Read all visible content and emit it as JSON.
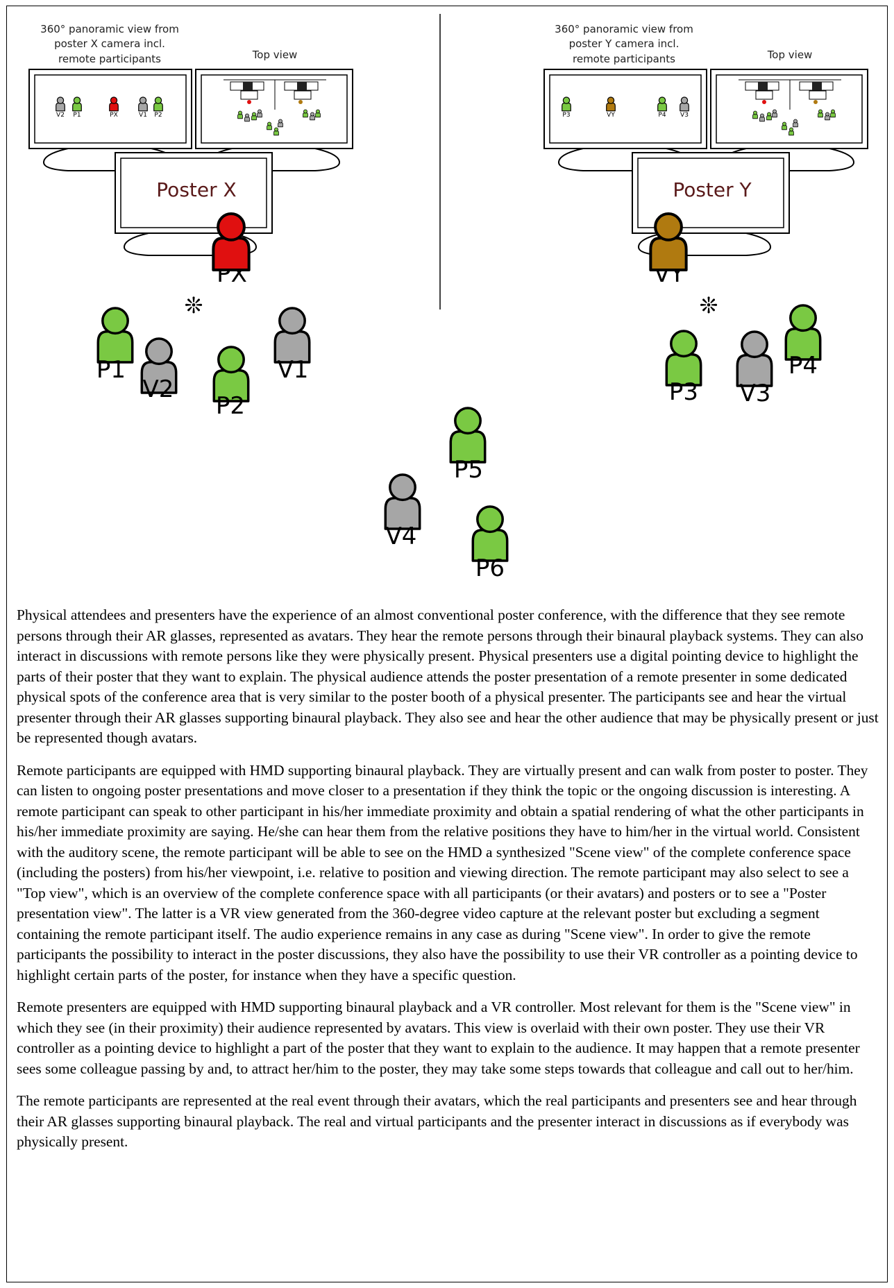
{
  "left_scene": {
    "panoramic_caption": [
      "360° panoramic view from",
      "poster X camera incl.",
      "remote participants"
    ],
    "top_view_caption": "Top view",
    "panorama_labels": [
      "V2",
      "P1",
      "PX",
      "V1",
      "P2"
    ],
    "poster_title": "Poster X",
    "presenter_label": "PX"
  },
  "right_scene": {
    "panoramic_caption": [
      "360° panoramic view from",
      "poster Y camera incl.",
      "remote participants"
    ],
    "top_view_caption": "Top view",
    "panorama_labels": [
      "P3",
      "VY",
      "P4",
      "V3"
    ],
    "poster_title": "Poster Y",
    "presenter_label": "VY"
  },
  "people": [
    {
      "label": "P1",
      "color": "#7ac943"
    },
    {
      "label": "V2",
      "color": "#a6a6a6"
    },
    {
      "label": "P2",
      "color": "#7ac943"
    },
    {
      "label": "V1",
      "color": "#a6a6a6"
    },
    {
      "label": "P3",
      "color": "#7ac943"
    },
    {
      "label": "V3",
      "color": "#a6a6a6"
    },
    {
      "label": "P4",
      "color": "#7ac943"
    },
    {
      "label": "P5",
      "color": "#7ac943"
    },
    {
      "label": "V4",
      "color": "#a6a6a6"
    },
    {
      "label": "P6",
      "color": "#7ac943"
    }
  ],
  "colors": {
    "physical": "#7ac943",
    "virtual": "#a6a6a6",
    "presenter_x": "#e01010",
    "presenter_y": "#b07a10"
  },
  "paragraphs": [
    "Physical attendees and presenters have the experience of an almost conventional poster conference, with the difference that they see remote persons through their AR glasses, represented as avatars. They hear the remote persons through their binaural playback systems. They can also interact in discussions with remote persons like they were physically present. Physical presenters use a digital pointing device to highlight the parts of their poster that they want to explain. The physical audience attends the poster presentation of a remote presenter in some dedicated physical spots of the conference area that is very similar to the poster booth of a physical presenter. The participants see and hear the virtual presenter through their AR glasses supporting binaural playback. They also see and hear the other audience that may be physically present or just be represented though avatars.",
    "Remote participants are equipped with HMD supporting binaural playback. They are virtually present and can walk from poster to poster. They can listen to ongoing poster presentations and move closer to a presentation if they think the topic or the ongoing discussion is interesting. A remote participant can speak to other participant in his/her immediate proximity and obtain a spatial rendering of what the other participants in his/her immediate proximity are saying. He/she can hear them from the relative positions they have to him/her in the virtual world. Consistent with the auditory scene, the remote participant will be able to see on the HMD a synthesized \"Scene view\" of the complete conference space (including the posters) from his/her viewpoint, i.e. relative to position and viewing direction. The remote participant may also select to see a \"Top view\", which is an overview of the complete conference space with all participants (or their avatars) and posters or to see a \"Poster presentation view\". The latter is a VR view generated from the 360-degree video capture at the relevant poster but excluding a segment containing the remote participant itself. The audio experience remains in any case as during \"Scene view\". In order to give the remote participants the possibility to interact in the poster discussions, they also have the possibility to use their VR controller as a pointing device to highlight certain parts of the poster, for instance when they have a specific question.",
    "Remote presenters are equipped with HMD supporting binaural playback and a VR controller. Most relevant for them is the \"Scene view\" in which they see (in their proximity) their audience represented by avatars. This view is overlaid with their own poster. They use their VR controller as a pointing device to highlight a part of the poster that they want to explain to the audience. It may happen that a remote presenter sees some colleague passing by and, to attract her/him to the poster, they may take some steps towards that colleague and call out to her/him.",
    "The remote participants are represented at the real event through their avatars, which the real participants and presenters see and hear through their AR glasses supporting binaural playback. The real and virtual participants and the presenter interact in discussions as if everybody was physically present."
  ]
}
